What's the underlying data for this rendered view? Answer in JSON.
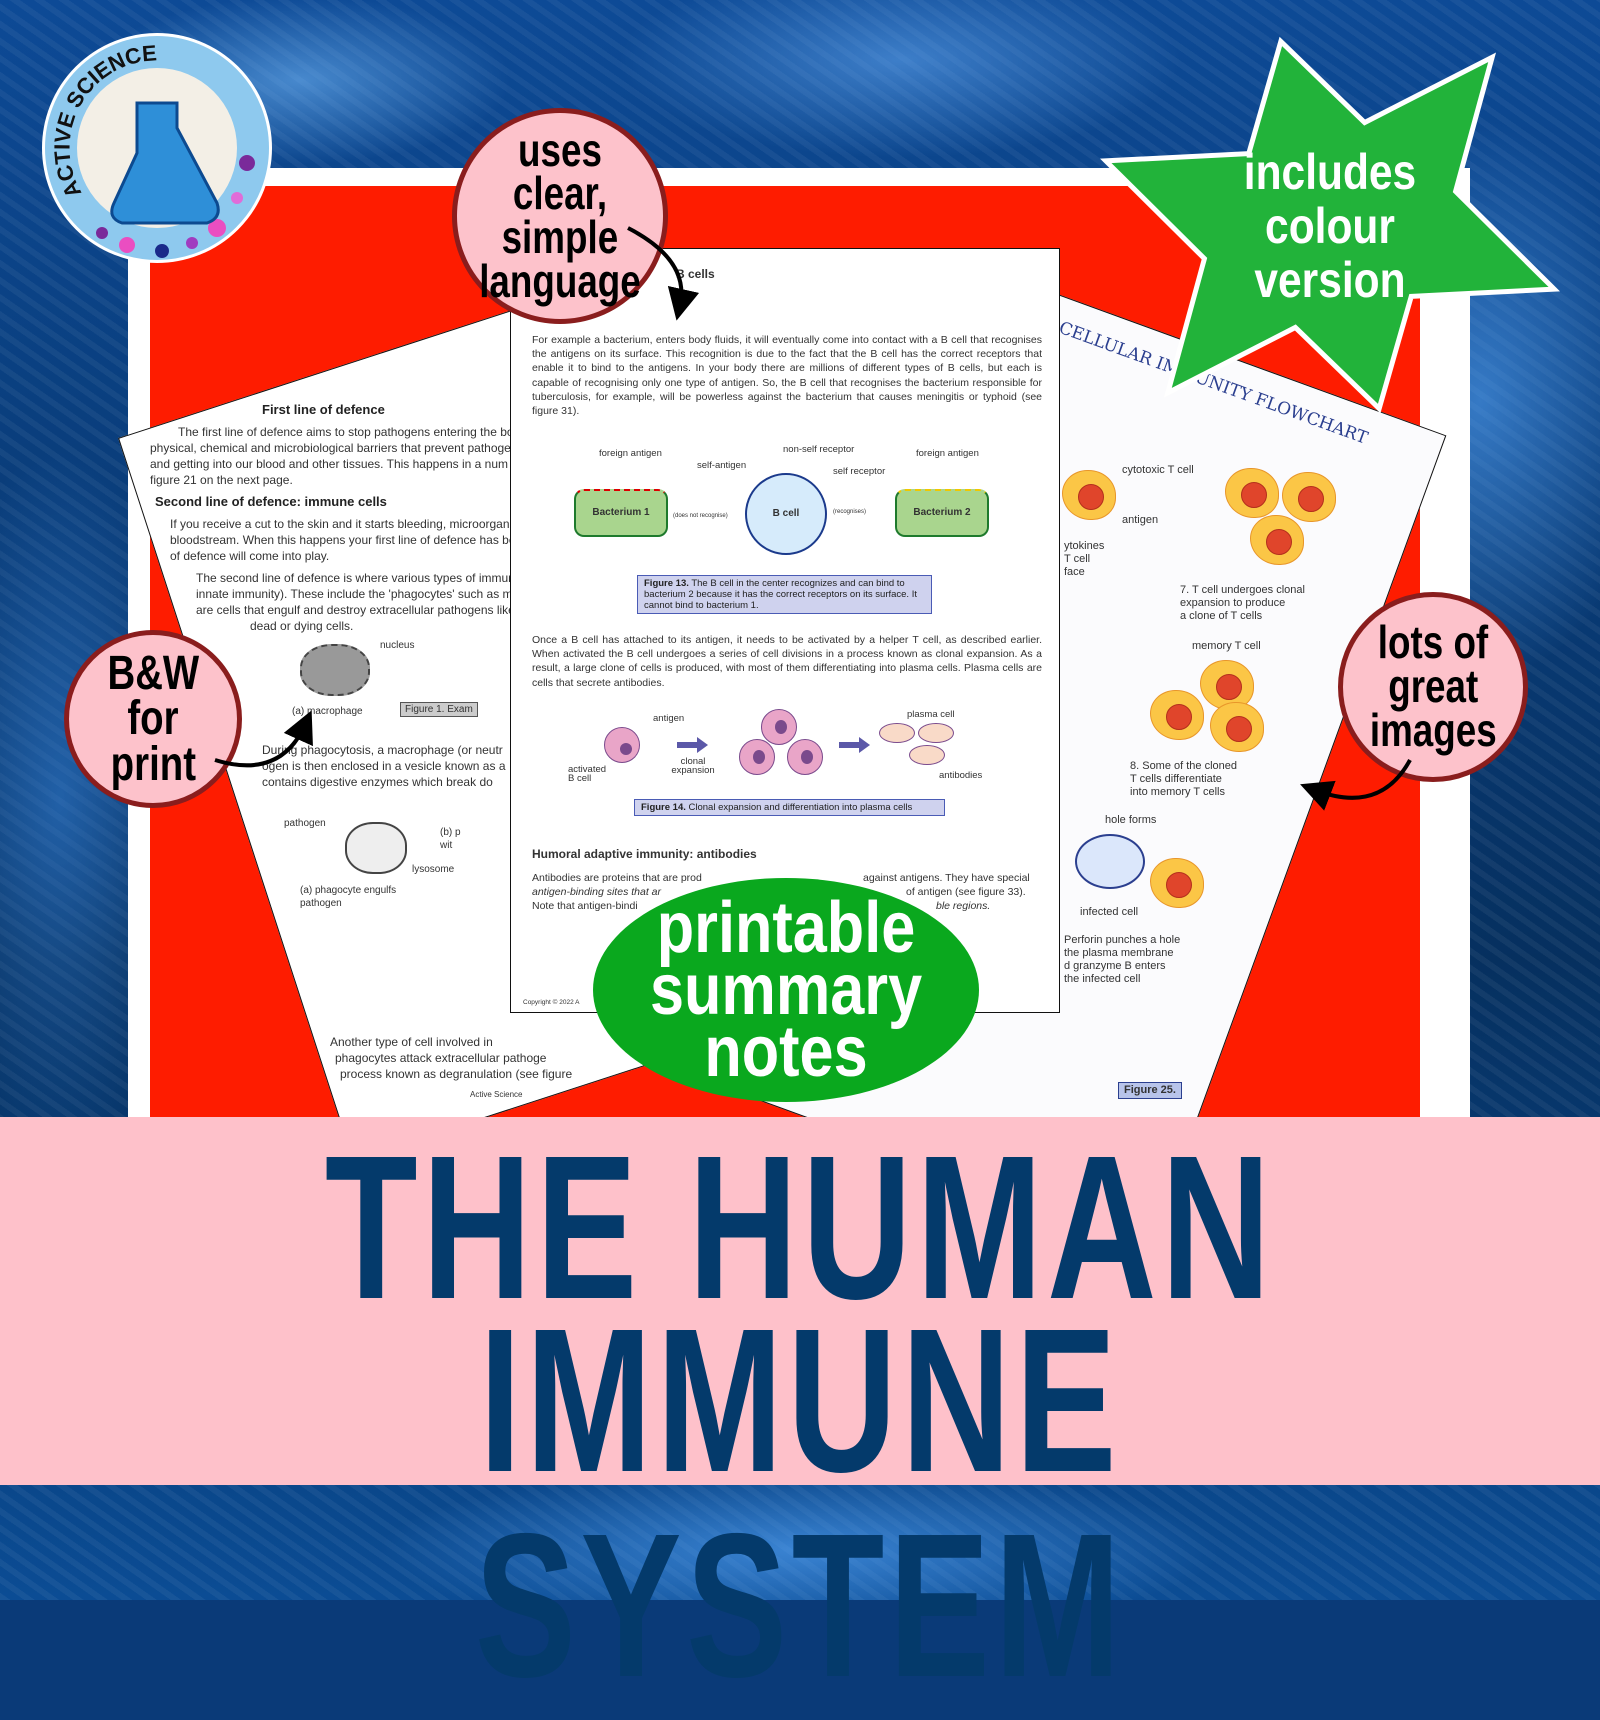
{
  "logo": {
    "text": "ACTIVE SCIENCE"
  },
  "stickers": {
    "clear_language": [
      "uses clear,",
      "simple",
      "language"
    ],
    "bw_print": [
      "B&W",
      "for",
      "print"
    ],
    "great_images": [
      "lots of",
      "great",
      "images"
    ],
    "summary_notes": [
      "printable",
      "summary",
      "notes"
    ],
    "colour_version": [
      "includes",
      "colour",
      "version"
    ]
  },
  "colors": {
    "red_panel": "#fe1c00",
    "sticker_pink": "#fdc2cb",
    "star_green": "#22b33a",
    "oval_green": "#0aa81e",
    "title_navy": "#043a6b",
    "band_pink": "#fec1ca"
  },
  "title": {
    "line1": "THE HUMAN",
    "line2": "IMMUNE SYSTEM"
  },
  "left_page": {
    "h1": "First line of defence",
    "p1": [
      "The first line of defence aims to stop pathogens entering the body's internal e",
      "physical, chemical and microbiological barriers that prevent pathogens fro",
      "and getting into our blood and other tissues. This happens in a num",
      "figure 21 on the next page."
    ],
    "h2": "Second line of defence: immune cells",
    "p2": [
      "If you receive a cut to the skin and it starts bleeding, microorgan",
      "bloodstream. When this happens your first line of defence has be",
      "of defence will come into play."
    ],
    "p3": [
      "The second line of defence is where various types of immune c",
      "innate immunity). These include the 'phagocytes' such as mac",
      "are cells that engulf and destroy extracellular pathogens like b",
      "dead or dying cells."
    ],
    "nucleus": "nucleus",
    "macrophage": "(a) macrophage",
    "fig1": "Figure 1. Exam",
    "p4": [
      "During phagocytosis, a macrophage (or neutr",
      "ogen is then enclosed in a vesicle known as a",
      "contains digestive enzymes which break do"
    ],
    "pathogen": "pathogen",
    "lysosome": "lysosome",
    "engulfs": [
      "(a) phagocyte engulfs",
      "pathogen"
    ],
    "b_label": "(b) p",
    "wit": "wit",
    "p5": [
      "Another type of cell involved in",
      "phagocytes attack extracellular pathoge",
      "process known as degranulation (see figure"
    ],
    "footer": "Active Science"
  },
  "center_page": {
    "heading": "B cells",
    "p1": "For example a bacterium, enters body fluids, it will eventually come into contact with a B cell that recognises the antigens on its surface. This recognition is due to the fact that the B cell has the correct receptors that enable it to bind to the antigens. In your body there are millions of different types of B cells, but each is capable of recognising only one type of antigen. So, the B cell that recognises the bacterium responsible for tuberculosis, for example, will be powerless against the bacterium that causes meningitis or typhoid (see figure 31).",
    "fig13": {
      "foreign1": "foreign antigen",
      "self_antigen": "self-antigen",
      "nonself": "non-self receptor",
      "self_receptor": "self receptor",
      "foreign2": "foreign antigen",
      "bact1": "Bacterium 1",
      "bcell": "B cell",
      "bact2": "Bacterium 2",
      "not_recog": "(does not recognise)",
      "recog": "(recognises)",
      "caption_bold": "Figure 13.",
      "caption": " The  B cell in the center recognizes and can bind to bacterium 2 because it has the correct receptors on its surface. It cannot bind to bacterium 1."
    },
    "p2": "Once a B cell has attached to its antigen, it needs to be activated by a helper T cell, as described earlier. When activated the B cell undergoes a series of cell divisions in a process known as clonal expansion. As a result, a large clone of cells is produced, with most of them differentiating into plasma cells. Plasma cells are cells that secrete antibodies.",
    "fig14": {
      "antigen": "antigen",
      "activated": "activated B cell",
      "clonal": "clonal expansion",
      "plasma": "plasma cell",
      "antibodies": "antibodies",
      "caption_bold": "Figure 14.",
      "caption": " Clonal expansion and differentiation into plasma cells"
    },
    "h2": "Humoral adaptive immunity: antibodies",
    "p3a": "Antibodies are proteins that are prod",
    "p3b": "against antigens. They have special",
    "p3c": "antigen-binding sites that ar",
    "p3d": "of antigen (see figure 33).",
    "p3e": "Note that antigen-bindi",
    "p3f": "ble regions.",
    "copyright": "Copyright © 2022 A"
  },
  "right_page": {
    "title": "CELLULAR IMMUNITY FLOWCHART",
    "cytotoxic": "cytotoxic T cell",
    "antigen": "antigen",
    "cytokines": [
      "ytokines",
      "T cell",
      "face"
    ],
    "step7": [
      "7. T cell undergoes clonal",
      "expansion to produce",
      "a clone of T cells"
    ],
    "memory": "memory T cell",
    "step8": [
      "8. Some of the cloned",
      "T cells differentiate",
      "into memory T cells"
    ],
    "hole": "hole forms",
    "infected": "infected cell",
    "perforin": [
      "Perforin punches a hole",
      "the plasma membrane",
      "d granzyme B enters",
      "the infected cell"
    ],
    "fig": "Figure 25."
  }
}
